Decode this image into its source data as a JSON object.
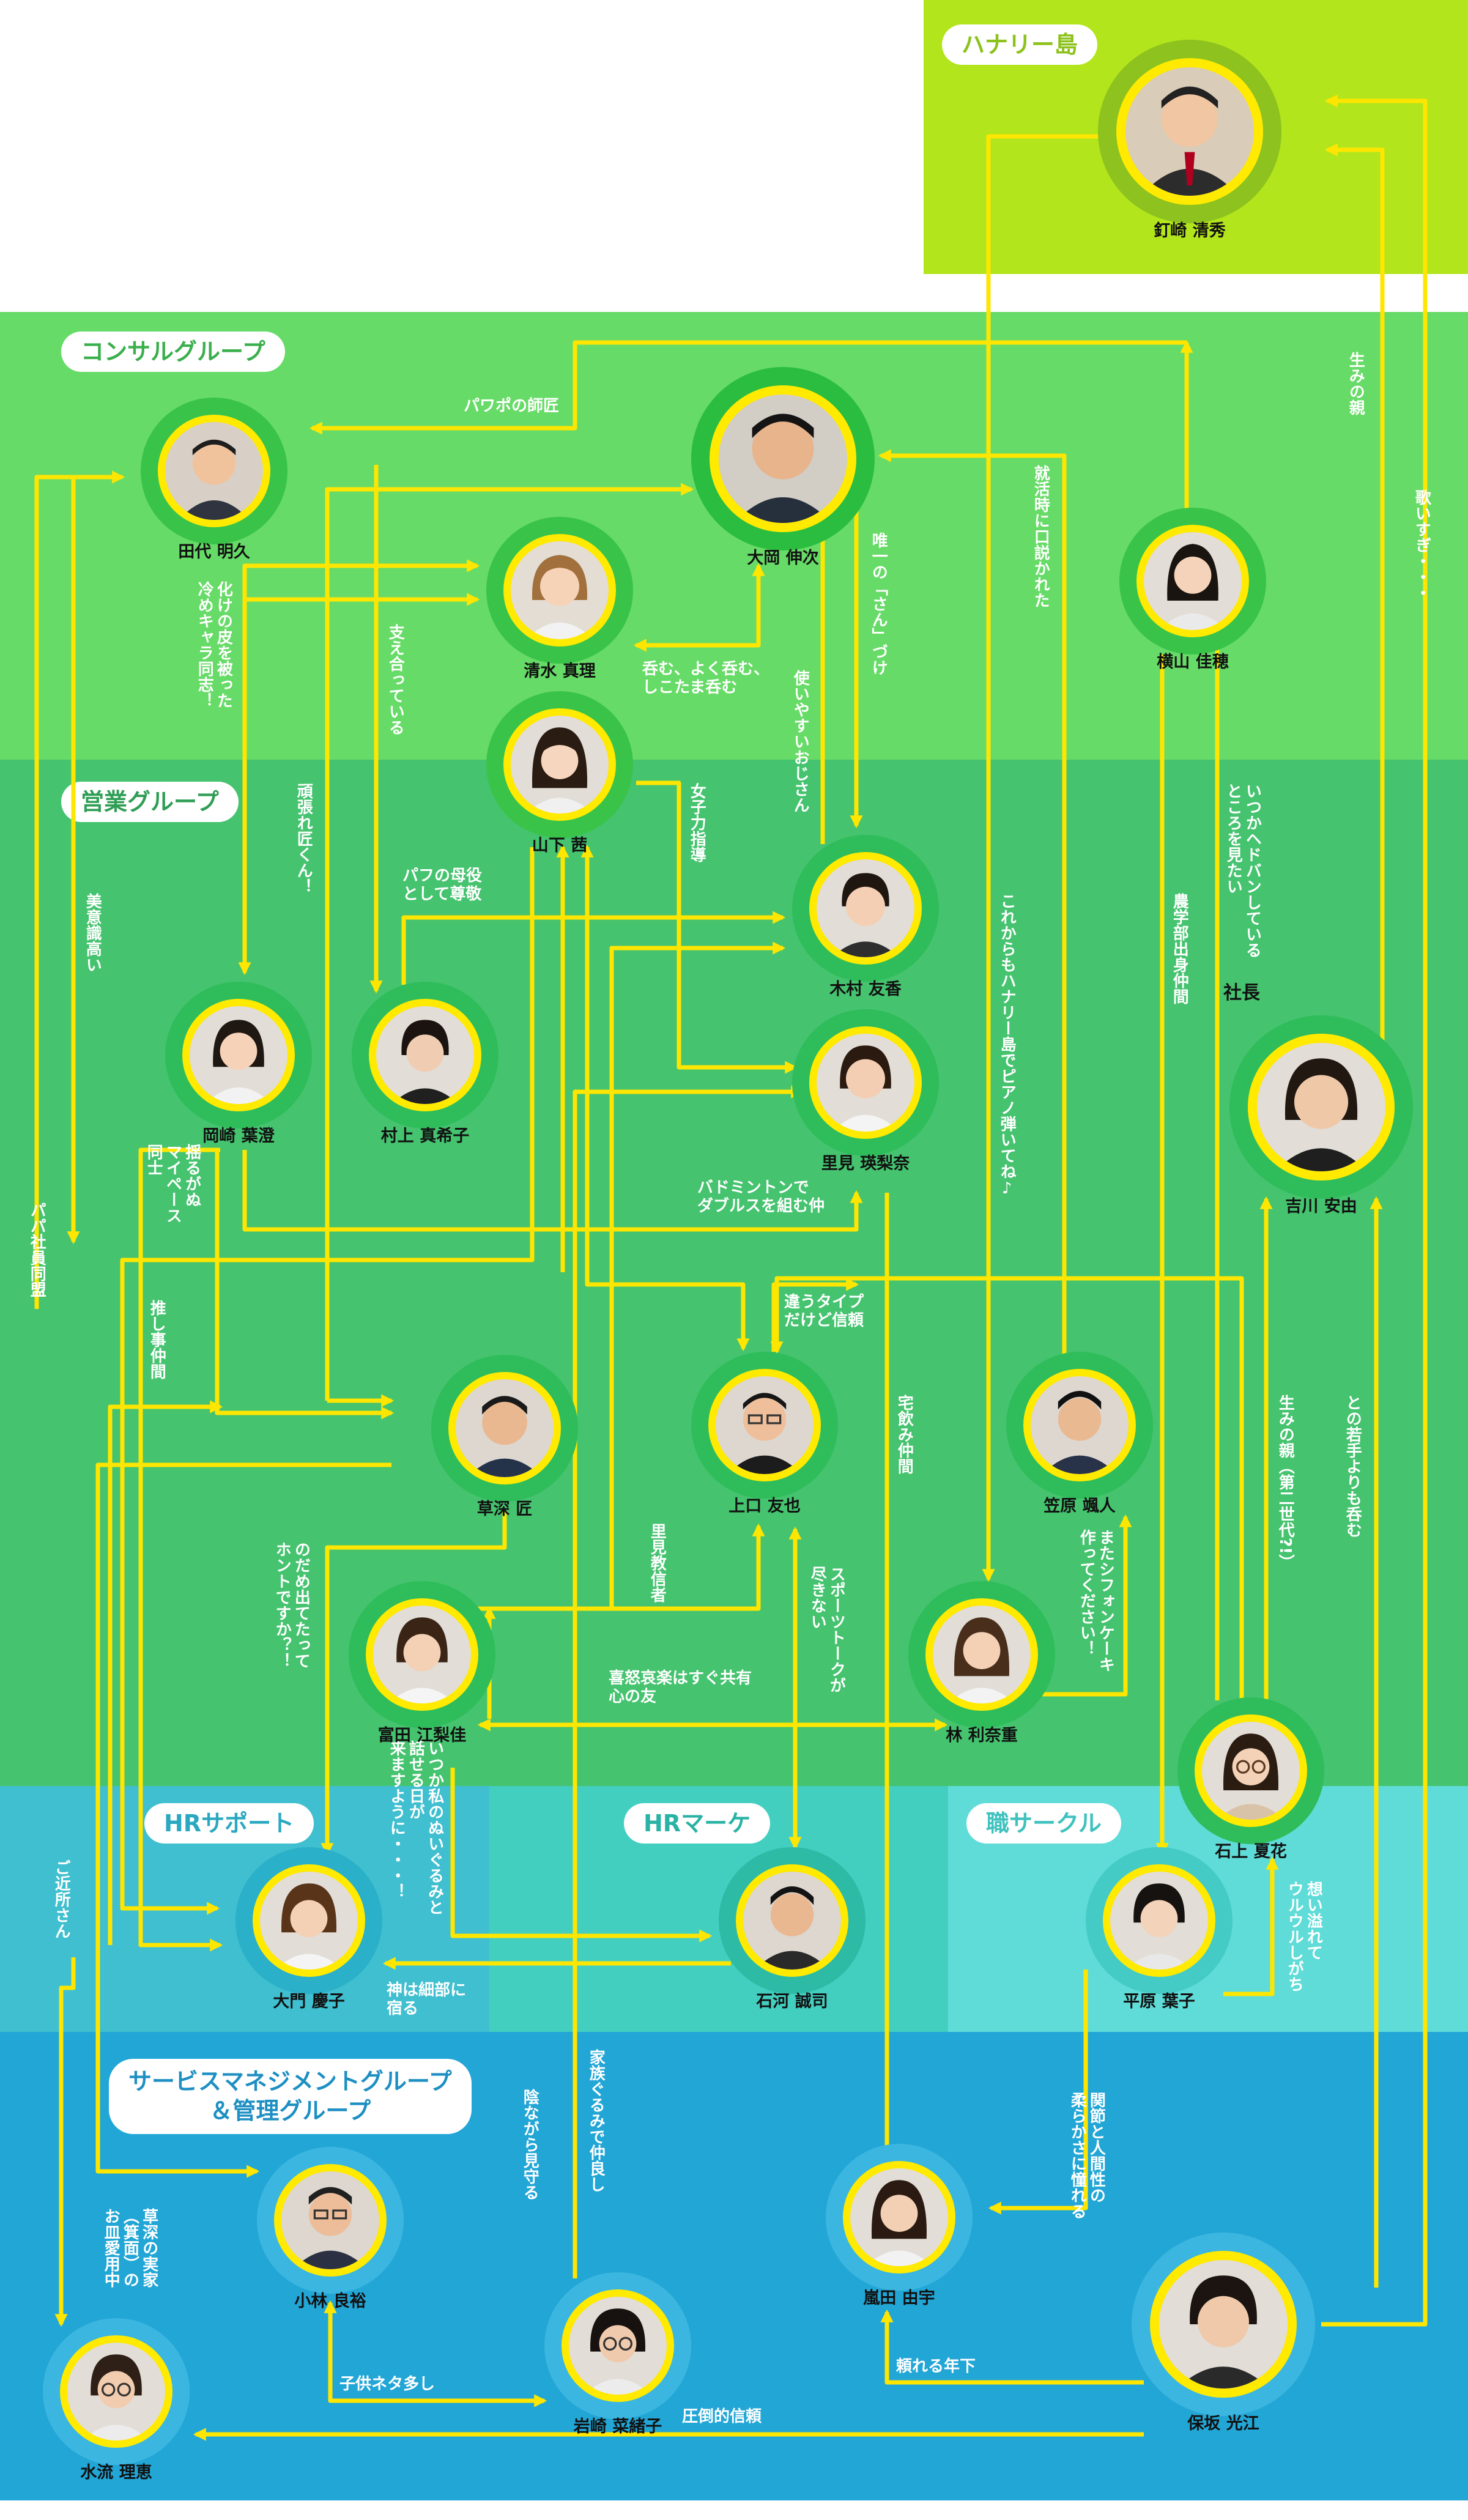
{
  "zones": [
    {
      "id": "hanari",
      "label": "ハナリー島"
    },
    {
      "id": "consul",
      "label": "コンサルグループ"
    },
    {
      "id": "eigyo",
      "label": "営業グループ"
    },
    {
      "id": "hr_support",
      "label": "HRサポート"
    },
    {
      "id": "hr_marke",
      "label": "HRマーケ"
    },
    {
      "id": "shoku",
      "label": "職サークル"
    },
    {
      "id": "service",
      "label": "サービスマネジメントグループ\n＆管理グループ"
    }
  ],
  "people": [
    {
      "id": "kugisaki",
      "name": "釘崎 清秀"
    },
    {
      "id": "tashiro",
      "name": "田代 明久"
    },
    {
      "id": "ooka",
      "name": "大岡 伸次"
    },
    {
      "id": "shimizu",
      "name": "清水 真理"
    },
    {
      "id": "yokoyama",
      "name": "横山 佳穂"
    },
    {
      "id": "yamashita",
      "name": "山下 茜"
    },
    {
      "id": "kimura",
      "name": "木村 友香"
    },
    {
      "id": "okazaki",
      "name": "岡崎 葉澄"
    },
    {
      "id": "murakami",
      "name": "村上 真希子"
    },
    {
      "id": "satomi",
      "name": "里見 瑛梨奈"
    },
    {
      "id": "yoshikawa",
      "name": "吉川 安由",
      "badge": "社長"
    },
    {
      "id": "kusabuka",
      "name": "草深 匠"
    },
    {
      "id": "ueguchi",
      "name": "上口 友也"
    },
    {
      "id": "kasahara",
      "name": "笠原 颯人"
    },
    {
      "id": "tomita",
      "name": "富田 江梨佳"
    },
    {
      "id": "hayashi",
      "name": "林 利奈重"
    },
    {
      "id": "ishigami",
      "name": "石上 夏花"
    },
    {
      "id": "daimon",
      "name": "大門 慶子"
    },
    {
      "id": "ishikawa",
      "name": "石河 誠司"
    },
    {
      "id": "hirahara",
      "name": "平原 葉子"
    },
    {
      "id": "kobayashi",
      "name": "小林 良裕"
    },
    {
      "id": "arashida",
      "name": "嵐田 由宇"
    },
    {
      "id": "iwasaki",
      "name": "岩崎 菜緒子"
    },
    {
      "id": "hosaka",
      "name": "保坂 光江"
    },
    {
      "id": "mizuru",
      "name": "水流 理恵"
    }
  ],
  "relations": [
    "パワポの師匠",
    "生みの親",
    "歌いすぎ・・・",
    "就活時に口説かれた",
    "唯一の「さん」づけ",
    "使いやすいおじさん",
    "呑む、よく呑む、\nしこたま呑む",
    "化けの皮を被った\n冷めキャラ同志！",
    "支え合っている",
    "頑張れ匠くん！",
    "女子力指導",
    "パフの母役\nとして尊敬",
    "美意識高い",
    "揺るがぬ\nマイペース\n同士",
    "バドミントンで\nダブルスを組む仲",
    "これからもハナリー島でピアノ弾いてね♪",
    "農学部出身仲間",
    "いつかヘドバンしている\nところを見たい",
    "パパ社員同盟",
    "推し事仲間",
    "違うタイプ\nだけど信頼",
    "宅飲み仲間",
    "生みの親（第二世代?!）",
    "との若手よりも呑む",
    "里見教信者",
    "のだめ出てたって\nホントですか？！",
    "スポーツトークが\n尽きない",
    "またシフォンケーキ\n作ってください！",
    "喜怒哀楽はすぐ共有\n心の友",
    "いつか私のぬいぐるみと\n話せる日が\n来ますように・・・！",
    "ご近所さん",
    "想い溢れて\nウルウルしがち",
    "神は細部に\n宿る",
    "陰ながら見守る",
    "家族ぐるみで仲良し",
    "関節と人間性の\n柔らかさに憧れる",
    "草深の実家\n（箕面）の\nお皿愛用中",
    "子供ネタ多し",
    "頼れる年下",
    "圧倒的信頼"
  ]
}
